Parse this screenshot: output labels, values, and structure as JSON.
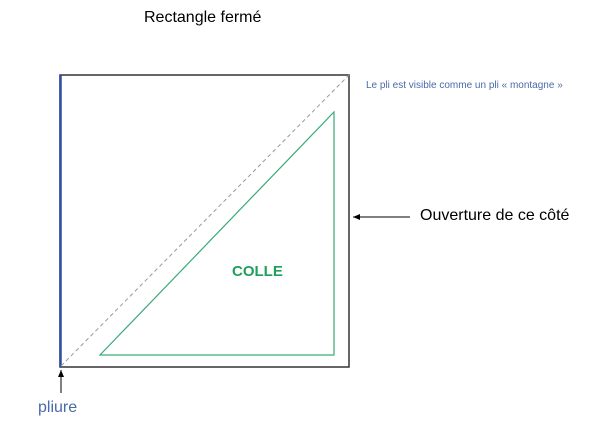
{
  "title": "Rectangle fermé",
  "note": "Le pli est visible comme un pli « montagne »",
  "opening_label": "Ouverture de ce côté",
  "glue_label": "COLLE",
  "fold_label": "pliure",
  "colors": {
    "fold_edge": "#2f4fa0",
    "glue": "#3aaa7a",
    "glue_text": "#1fa05a",
    "note": "#4a6aa8"
  }
}
